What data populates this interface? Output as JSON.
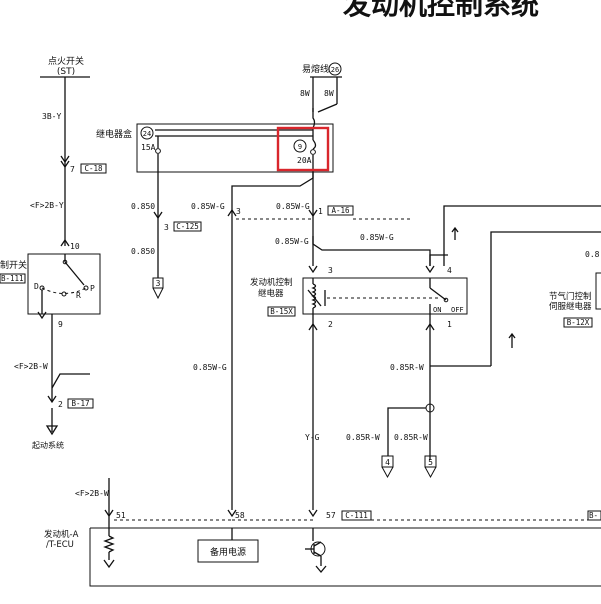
{
  "title": "发动机控制系统",
  "left": {
    "ign_switch": "点火开关",
    "ign_pos": "(ST)",
    "wire_3by": "3B-Y",
    "pin7": "7",
    "conn_c18": "C-18",
    "wire_f2by": "<F>2B-Y",
    "pin10": "10",
    "switch_label": "制开关",
    "conn_b111": "B-111",
    "pos_d": "D",
    "pos_r": "R",
    "pos_p": "P",
    "pin9": "9",
    "wire_f2bw1": "<F>2B-W",
    "pin2": "2",
    "conn_b17": "B-17",
    "start_system": "起动系统",
    "wire_f2bw2": "<F>2B-W"
  },
  "fuse": {
    "fusible_link": "易熔线",
    "fusible_num": "26",
    "wire_8w_a": "8W",
    "wire_8w_b": "8W",
    "relay_box": "继电器盒",
    "box_num": "24",
    "fuse15_amp": "15A",
    "fuse20_num": "9",
    "fuse20_amp": "20A"
  },
  "middle": {
    "w0850_a": "0.850",
    "pin3a": "3",
    "conn_c125": "C-125",
    "w0850_b": "0.850",
    "ground3": "3",
    "w085wg_1": "0.85W-G",
    "pin3b": "3",
    "w085wg_2": "0.85W-G",
    "pin1a": "1",
    "conn_a16": "A-16",
    "w085wg_3": "0.85W-G",
    "w085wg_4": "0.85W-G",
    "w085wg_5": "0.85W-G",
    "wire_yg": "Y-G"
  },
  "relay": {
    "name_line1": "发动机控制",
    "name_line2": "继电器",
    "conn_b15x": "B-15X",
    "pin3": "3",
    "pin4": "4",
    "pin2": "2",
    "pin1": "1",
    "on": "ON",
    "off": "OFF"
  },
  "right": {
    "w085rw_1": "0.85R-W",
    "w085rw_2": "0.85R-W",
    "w085rw_3": "0.85R-W",
    "ground4": "4",
    "ground5": "5",
    "throttle_line1": "节气门控制",
    "throttle_line2": "伺服继电器",
    "conn_b12x": "B-12X",
    "cut_085": "0.8",
    "cut_conn": "B-"
  },
  "ecu": {
    "name_line1": "发动机-A",
    "name_line2": "/T-ECU",
    "pin51": "51",
    "pin58": "58",
    "pin57": "57",
    "conn_c111": "C-111",
    "backup_power": "备用电源"
  },
  "colors": {
    "highlight": "#d9262c",
    "line": "#111111"
  }
}
